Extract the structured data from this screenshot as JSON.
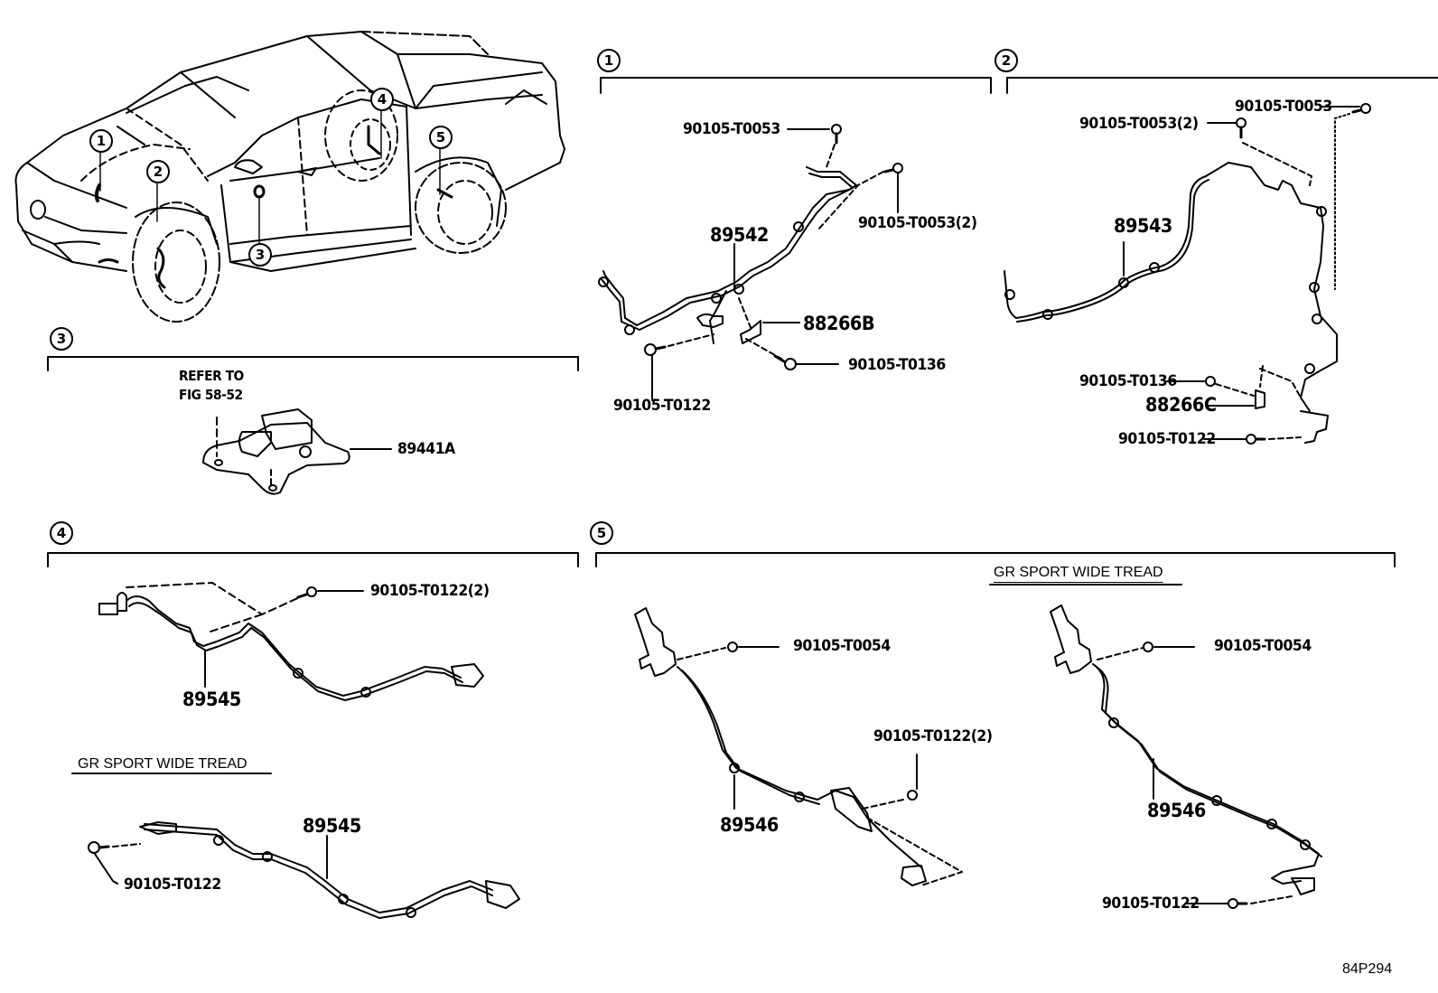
{
  "diagram": {
    "figure_code": "84P294",
    "overview": {
      "title": "Vehicle overview",
      "callouts": [
        "1",
        "2",
        "3",
        "4",
        "5"
      ]
    },
    "sections": [
      {
        "id": "1",
        "parts": [
          {
            "number": "90105-T0053"
          },
          {
            "number": "90105-T0053(2)"
          },
          {
            "number": "89542"
          },
          {
            "number": "88266B"
          },
          {
            "number": "90105-T0136"
          },
          {
            "number": "90105-T0122"
          }
        ]
      },
      {
        "id": "2",
        "parts": [
          {
            "number": "90105-T0053"
          },
          {
            "number": "90105-T0053(2)"
          },
          {
            "number": "89543"
          },
          {
            "number": "90105-T0136"
          },
          {
            "number": "88266C"
          },
          {
            "number": "90105-T0122"
          }
        ]
      },
      {
        "id": "3",
        "refer_line1": "REFER TO",
        "refer_line2": "FIG 58-52",
        "parts": [
          {
            "number": "89441A"
          }
        ]
      },
      {
        "id": "4",
        "parts": [
          {
            "number": "90105-T0122(2)"
          },
          {
            "number": "89545"
          }
        ],
        "variant": {
          "title": "GR SPORT WIDE TREAD",
          "parts": [
            {
              "number": "89545"
            },
            {
              "number": "90105-T0122"
            }
          ]
        }
      },
      {
        "id": "5",
        "parts": [
          {
            "number": "90105-T0054"
          },
          {
            "number": "90105-T0122(2)"
          },
          {
            "number": "89546"
          }
        ],
        "variant": {
          "title": "GR SPORT WIDE TREAD",
          "parts": [
            {
              "number": "90105-T0054"
            },
            {
              "number": "89546"
            },
            {
              "number": "90105-T0122"
            }
          ]
        }
      }
    ]
  }
}
